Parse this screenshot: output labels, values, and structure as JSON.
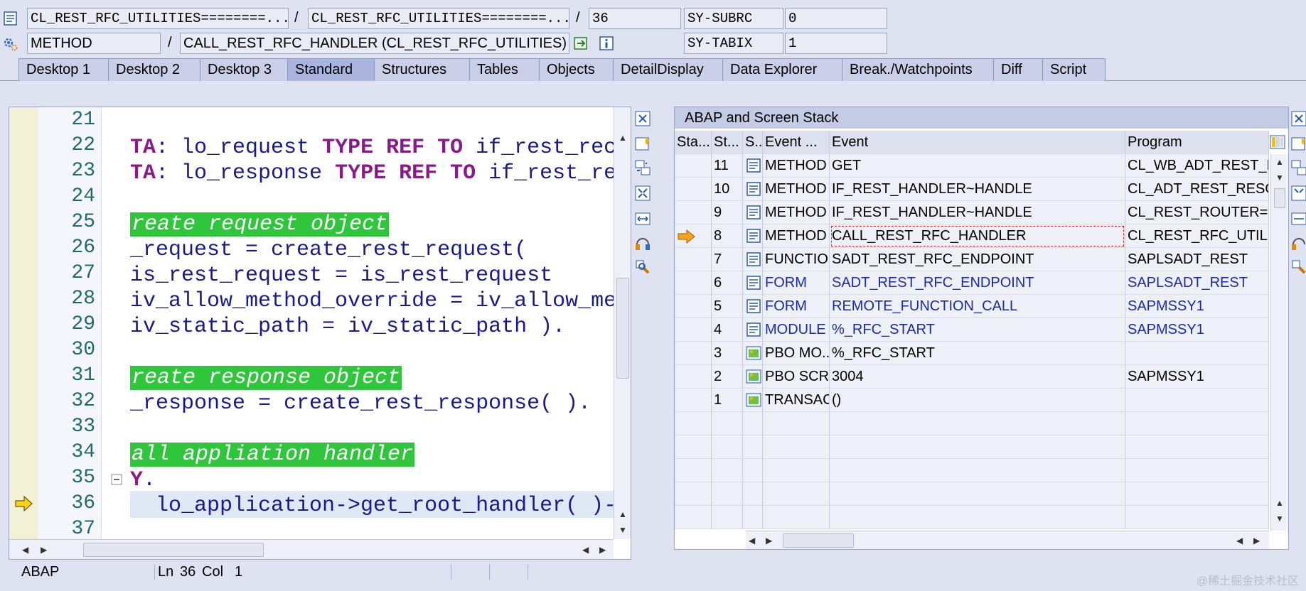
{
  "header": {
    "row1": {
      "field1": "CL_REST_RFC_UTILITIES========...",
      "field2": "CL_REST_RFC_UTILITIES========...",
      "line": "36",
      "var_name": "SY-SUBRC",
      "var_value": "0"
    },
    "row2": {
      "kind": "METHOD",
      "method": "CALL_REST_RFC_HANDLER (CL_REST_RFC_UTILITIES)",
      "var_name": "SY-TABIX",
      "var_value": "1"
    },
    "separator": "/"
  },
  "tabs": [
    {
      "label": "Desktop 1"
    },
    {
      "label": "Desktop 2"
    },
    {
      "label": "Desktop 3"
    },
    {
      "label": "Standard",
      "active": true
    },
    {
      "label": "Structures"
    },
    {
      "label": "Tables"
    },
    {
      "label": "Objects"
    },
    {
      "label": "DetailDisplay"
    },
    {
      "label": "Data Explorer"
    },
    {
      "label": "Break./Watchpoints"
    },
    {
      "label": "Diff"
    },
    {
      "label": "Script"
    }
  ],
  "editor": {
    "line_numbers": [
      "21",
      "22",
      "23",
      "24",
      "25",
      "26",
      "27",
      "28",
      "29",
      "30",
      "31",
      "32",
      "33",
      "34",
      "35",
      "36",
      "37"
    ],
    "code_lines": [
      [],
      [
        {
          "t": "TA",
          "c": "kw"
        },
        {
          "t": ": lo_request "
        },
        {
          "t": "TYPE REF TO",
          "c": "kw"
        },
        {
          "t": " if_rest_rec"
        }
      ],
      [
        {
          "t": "TA",
          "c": "kw"
        },
        {
          "t": ": lo_response "
        },
        {
          "t": "TYPE REF TO",
          "c": "kw"
        },
        {
          "t": " if_rest_re"
        }
      ],
      [],
      [
        {
          "t": "reate request object",
          "c": "cm"
        }
      ],
      [
        {
          "t": "_request = create_rest_request("
        }
      ],
      [
        {
          "t": "is_rest_request = is_rest_request"
        }
      ],
      [
        {
          "t": "iv_allow_method_override = iv_allow_me"
        }
      ],
      [
        {
          "t": "iv_static_path = iv_static_path )."
        }
      ],
      [],
      [
        {
          "t": "reate response object",
          "c": "cm"
        }
      ],
      [
        {
          "t": "_response = create_rest_response( )."
        }
      ],
      [],
      [
        {
          "t": "all appliation handler",
          "c": "cm"
        }
      ],
      [
        {
          "t": "Y",
          "c": "kw"
        },
        {
          "t": "."
        }
      ],
      [
        {
          "t": "  lo_application->get_root_handler( )-"
        }
      ],
      []
    ]
  },
  "status_bar": {
    "language": "ABAP",
    "ln_label": "Ln",
    "ln": "36",
    "col_label": "Col",
    "col": "1"
  },
  "stack_panel": {
    "title": "ABAP and Screen Stack",
    "columns": [
      "Sta...",
      "St...",
      "S...",
      "Event ...",
      "Event",
      "Program"
    ],
    "rows": [
      {
        "level": "11",
        "icon": "method-icon",
        "type": "METHOD",
        "event": "GET",
        "program": "CL_WB_ADT_REST_R",
        "blue": false,
        "current": false
      },
      {
        "level": "10",
        "icon": "method-icon",
        "type": "METHOD",
        "event": "IF_REST_HANDLER~HANDLE",
        "program": "CL_ADT_REST_RESO",
        "blue": false,
        "current": false
      },
      {
        "level": "9",
        "icon": "method-icon",
        "type": "METHOD",
        "event": "IF_REST_HANDLER~HANDLE",
        "program": "CL_REST_ROUTER==",
        "blue": false,
        "current": false
      },
      {
        "level": "8",
        "icon": "method-icon",
        "type": "METHOD",
        "event": "CALL_REST_RFC_HANDLER",
        "program": "CL_REST_RFC_UTILI",
        "blue": false,
        "current": true
      },
      {
        "level": "7",
        "icon": "method-icon",
        "type": "FUNCTIO...",
        "event": "SADT_REST_RFC_ENDPOINT",
        "program": "SAPLSADT_REST",
        "blue": false,
        "current": false
      },
      {
        "level": "6",
        "icon": "method-icon",
        "type": "FORM",
        "event": "SADT_REST_RFC_ENDPOINT",
        "program": "SAPLSADT_REST",
        "blue": true,
        "current": false
      },
      {
        "level": "5",
        "icon": "method-icon",
        "type": "FORM",
        "event": "REMOTE_FUNCTION_CALL",
        "program": "SAPMSSY1",
        "blue": true,
        "current": false
      },
      {
        "level": "4",
        "icon": "method-icon",
        "type": "MODULE ...",
        "event": "%_RFC_START",
        "program": "SAPMSSY1",
        "blue": true,
        "current": false
      },
      {
        "level": "3",
        "icon": "screen-icon",
        "type": "PBO MO...",
        "event": "%_RFC_START",
        "program": "",
        "blue": false,
        "current": false
      },
      {
        "level": "2",
        "icon": "screen-icon",
        "type": "PBO SCR...",
        "event": "3004",
        "program": "SAPMSSY1",
        "blue": false,
        "current": false
      },
      {
        "level": "1",
        "icon": "screen-icon",
        "type": "TRANSAC...",
        "event": "()",
        "program": "",
        "blue": false,
        "current": false
      }
    ],
    "empty_rows": 5
  },
  "colors": {
    "comment_bg": "#2fc63b",
    "keyword": "#8a1a8a",
    "code_text": "#1a1a8c",
    "link_blue": "#1a2aa8"
  },
  "watermark": "@稀土掘金技术社区"
}
